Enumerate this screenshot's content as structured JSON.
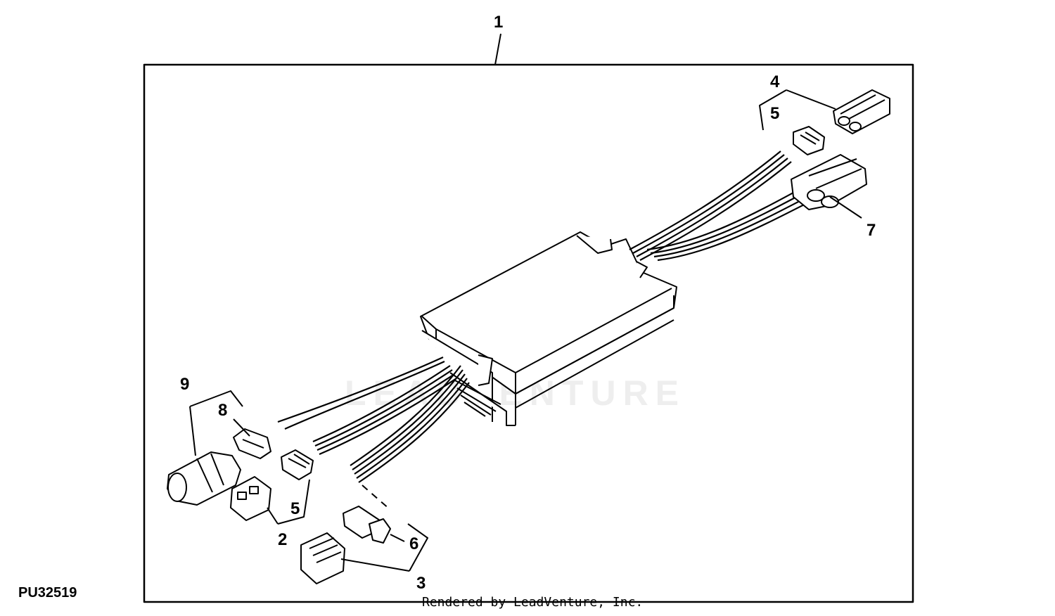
{
  "callouts": [
    {
      "id": "c1",
      "label": "1"
    },
    {
      "id": "c2",
      "label": "2"
    },
    {
      "id": "c3",
      "label": "3"
    },
    {
      "id": "c4",
      "label": "4"
    },
    {
      "id": "c5a",
      "label": "5"
    },
    {
      "id": "c5b",
      "label": "5"
    },
    {
      "id": "c6",
      "label": "6"
    },
    {
      "id": "c7",
      "label": "7"
    },
    {
      "id": "c8",
      "label": "8"
    },
    {
      "id": "c9",
      "label": "9"
    }
  ],
  "figure_id": "PU32519",
  "credit": "Rendered by LeadVenture, Inc.",
  "watermark": "LEADVENTURE",
  "colors": {
    "line": "#000000",
    "background": "#ffffff",
    "watermark": "#eeeeee"
  }
}
